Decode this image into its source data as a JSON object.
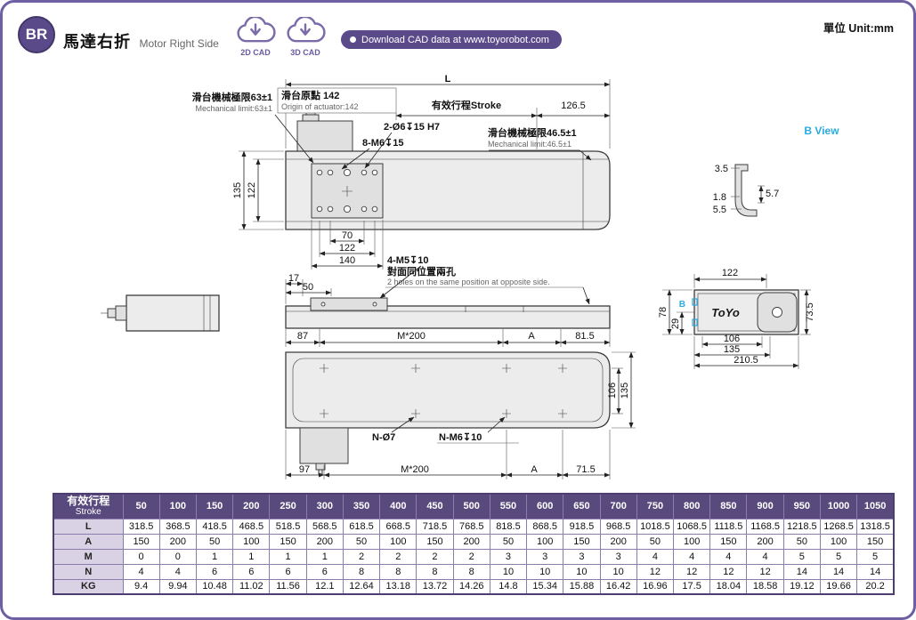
{
  "header": {
    "badge": "BR",
    "title_zh": "馬達右折",
    "title_en": "Motor Right Side",
    "cad2d": "2D CAD",
    "cad3d": "3D CAD",
    "download": "Download CAD data at www.toyorobot.com",
    "units": "單位 Unit:mm"
  },
  "colors": {
    "accent_purple": "#5b4a8a",
    "accent_blue": "#29abe2",
    "table_header_bg": "#584a7c"
  },
  "dwg": {
    "top": {
      "L": "L",
      "origin_zh": "滑台原點 142",
      "origin_en": "Origin of actuator:142",
      "stroke_label": "有效行程Stroke",
      "d126_5": "126.5",
      "mech_left_zh": "滑台機械極限63±1",
      "mech_left_en": "Mechanical limit:63±1",
      "holes_a": "2-Ø6↧15 H7",
      "holes_b": "8-M6↧15",
      "mech_right_zh": "滑台機械極限46.5±1",
      "mech_right_en": "Mechanical limit:46.5±1",
      "d135": "135",
      "d122": "122",
      "d70": "70",
      "d122b": "122",
      "d140": "140"
    },
    "bview": {
      "title": "B View",
      "d3_5": "3.5",
      "d1_8": "1.8",
      "d5_5": "5.5",
      "d5_7": "5.7"
    },
    "side": {
      "d17": "17",
      "d50": "50",
      "holes": "4-M5↧10",
      "holes_zh": "對面同位置兩孔",
      "holes_en": "2 holes on the same position at opposite side.",
      "d87": "87",
      "m200": "M*200",
      "a": "A",
      "d81_5": "81.5"
    },
    "end": {
      "d122": "122",
      "d78": "78",
      "d29": "29",
      "b_mark": "B",
      "logo": "ToYo",
      "d106": "106",
      "d135": "135",
      "d210_5": "210.5",
      "d73_5": "73.5"
    },
    "bottom": {
      "d106": "106",
      "d135": "135",
      "holes_a": "N-Ø7",
      "holes_b": "N-M6↧10",
      "d97": "97",
      "m200": "M*200",
      "a": "A",
      "d71_5": "71.5"
    }
  },
  "table": {
    "corner_zh": "有效行程",
    "corner_en": "Stroke",
    "strokes": [
      "50",
      "100",
      "150",
      "200",
      "250",
      "300",
      "350",
      "400",
      "450",
      "500",
      "550",
      "600",
      "650",
      "700",
      "750",
      "800",
      "850",
      "900",
      "950",
      "1000",
      "1050"
    ],
    "rows": [
      {
        "label": "L",
        "values": [
          "318.5",
          "368.5",
          "418.5",
          "468.5",
          "518.5",
          "568.5",
          "618.5",
          "668.5",
          "718.5",
          "768.5",
          "818.5",
          "868.5",
          "918.5",
          "968.5",
          "1018.5",
          "1068.5",
          "1118.5",
          "1168.5",
          "1218.5",
          "1268.5",
          "1318.5"
        ]
      },
      {
        "label": "A",
        "values": [
          "150",
          "200",
          "50",
          "100",
          "150",
          "200",
          "50",
          "100",
          "150",
          "200",
          "50",
          "100",
          "150",
          "200",
          "50",
          "100",
          "150",
          "200",
          "50",
          "100",
          "150"
        ]
      },
      {
        "label": "M",
        "values": [
          "0",
          "0",
          "1",
          "1",
          "1",
          "1",
          "2",
          "2",
          "2",
          "2",
          "3",
          "3",
          "3",
          "3",
          "4",
          "4",
          "4",
          "4",
          "5",
          "5",
          "5"
        ]
      },
      {
        "label": "N",
        "values": [
          "4",
          "4",
          "6",
          "6",
          "6",
          "6",
          "8",
          "8",
          "8",
          "8",
          "10",
          "10",
          "10",
          "10",
          "12",
          "12",
          "12",
          "12",
          "14",
          "14",
          "14"
        ]
      },
      {
        "label": "KG",
        "values": [
          "9.4",
          "9.94",
          "10.48",
          "11.02",
          "11.56",
          "12.1",
          "12.64",
          "13.18",
          "13.72",
          "14.26",
          "14.8",
          "15.34",
          "15.88",
          "16.42",
          "16.96",
          "17.5",
          "18.04",
          "18.58",
          "19.12",
          "19.66",
          "20.2"
        ]
      }
    ]
  }
}
